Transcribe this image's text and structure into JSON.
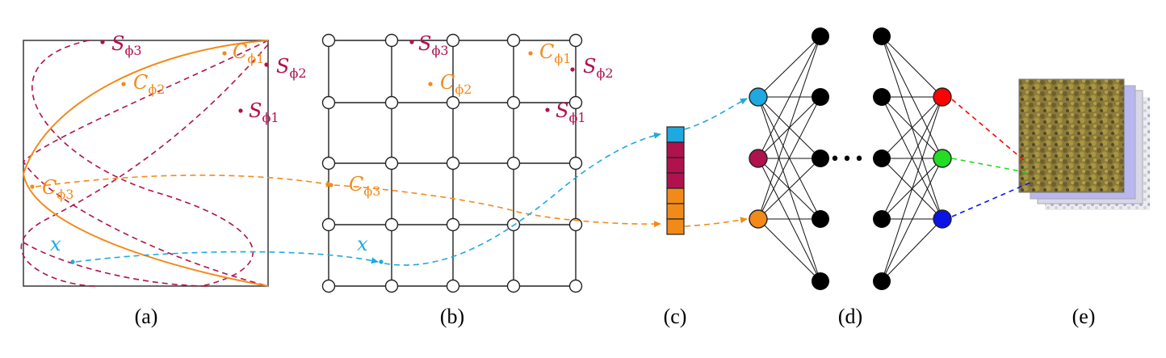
{
  "colors": {
    "magenta": "#b0124e",
    "orange": "#f28a1a",
    "cyan": "#1fa9e0",
    "black": "#000000",
    "red": "#ff0000",
    "green": "#22dd22",
    "blue": "#0a14e6"
  },
  "labels": {
    "s": "S",
    "c": "C",
    "phi1": "ϕ1",
    "phi2": "ϕ2",
    "phi3": "ϕ3",
    "x": "x",
    "dots": "•••"
  },
  "captions": {
    "a": "(a)",
    "b": "(b)",
    "c": "(c)",
    "d": "(d)",
    "e": "(e)"
  },
  "feature_vector": {
    "cells": [
      "cyan",
      "magenta",
      "magenta",
      "magenta",
      "orange",
      "orange",
      "orange"
    ]
  },
  "network": {
    "input_nodes": [
      "cyan",
      "magenta",
      "orange"
    ],
    "hidden_layers": 2,
    "hidden_nodes_per_layer": 5,
    "output_nodes": [
      "red",
      "green",
      "blue"
    ]
  },
  "grid": {
    "columns": 5,
    "rows": 5
  }
}
